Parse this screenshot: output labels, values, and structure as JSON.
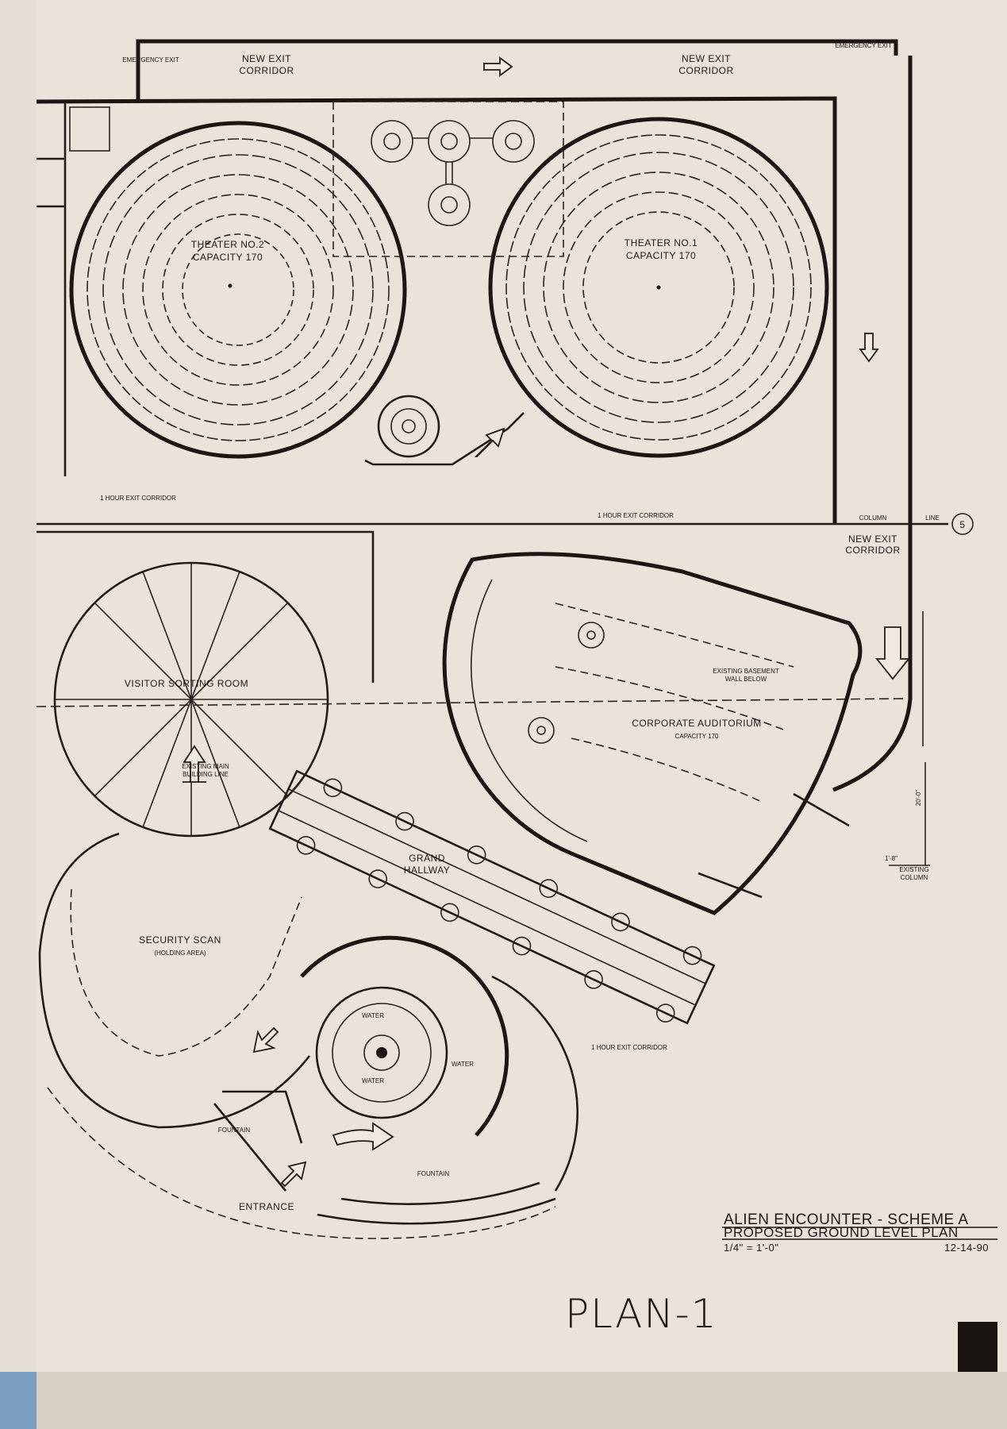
{
  "sheet": {
    "title_line1": "ALIEN ENCOUNTER - SCHEME A",
    "title_line2": "PROPOSED GROUND LEVEL PLAN",
    "scale": "1/4\" = 1'-0\"",
    "date": "12-14-90",
    "plan_number": "PLAN-1"
  },
  "labels": {
    "new_exit_corridor_1a": "NEW EXIT",
    "new_exit_corridor_1b": "CORRIDOR",
    "new_exit_corridor_2a": "NEW EXIT",
    "new_exit_corridor_2b": "CORRIDOR",
    "new_exit_corridor_3a": "NEW EXIT",
    "new_exit_corridor_3b": "CORRIDOR",
    "emergency_exit_1": "EMERGENCY EXIT",
    "emergency_exit_2": "EMERGENCY EXIT",
    "theater_2": "THEATER NO.2",
    "theater_2_capacity": "CAPACITY 170",
    "theater_1": "THEATER NO.1",
    "theater_1_capacity": "CAPACITY 170",
    "hour_exit_1": "1 HOUR EXIT CORRIDOR",
    "hour_exit_2": "1 HOUR EXIT CORRIDOR",
    "hour_exit_3": "1 HOUR EXIT CORRIDOR",
    "column": "COLUMN",
    "line": "LINE",
    "column_line_number": "5",
    "visitor_sorting_room": "VISITOR SORTING ROOM",
    "existing_main_building_line_a": "EXISTING MAIN",
    "existing_main_building_line_b": "BUILDING LINE",
    "corporate_auditorium": "CORPORATE AUDITORIUM",
    "corporate_capacity": "CAPACITY 170",
    "existing_basement_wall_a": "EXISTING BASEMENT",
    "existing_basement_wall_b": "WALL BELOW",
    "grand_hallway_a": "GRAND",
    "grand_hallway_b": "HALLWAY",
    "security_scan": "SECURITY SCAN",
    "holding_area": "(HOLDING AREA)",
    "water_1": "WATER",
    "water_2": "WATER",
    "water_3": "WATER",
    "fountain_1": "FOUNTAIN",
    "fountain_2": "FOUNTAIN",
    "entrance": "ENTRANCE",
    "existing_column_a": "EXISTING",
    "existing_column_b": "COLUMN",
    "dim_20": "20'-0\"",
    "dim_1_8": "1'-8\""
  }
}
